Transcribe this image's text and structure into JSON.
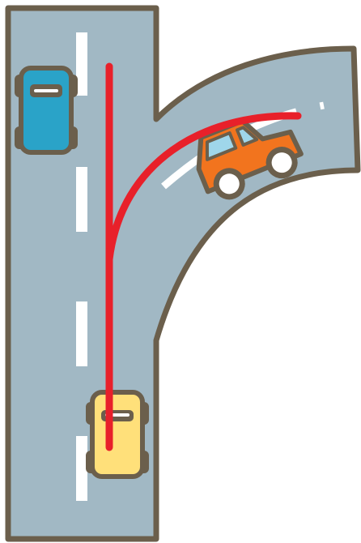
{
  "scene": {
    "description_visible_text": "",
    "colors": {
      "background": "#ffffff",
      "road": "#a1b8c4",
      "road_outline": "#6b5f4c",
      "lane_marking": "#ffffff",
      "path": "#e8202a",
      "car_blue": "#2aa3c8",
      "car_yellow": "#ffe07a",
      "car_orange": "#f2741e"
    },
    "elements": {
      "road": "y-junction-road",
      "path": "split-route-arrow",
      "cars": [
        "blue-car",
        "yellow-car",
        "orange-suv"
      ]
    }
  }
}
